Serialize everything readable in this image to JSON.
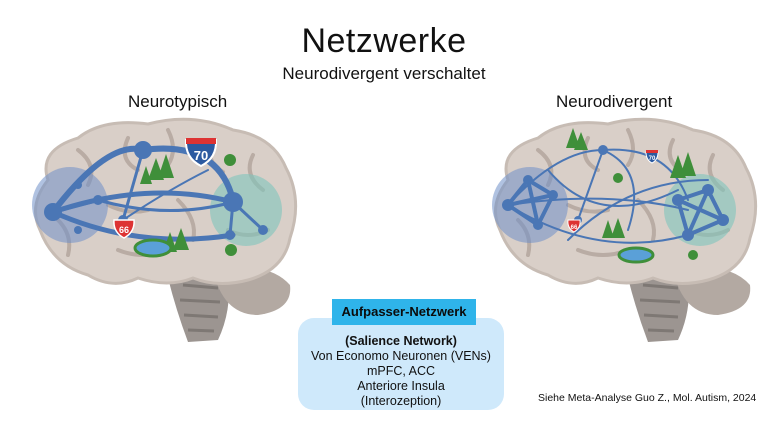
{
  "title": "Netzwerke",
  "subtitle": "Neurodivergent verschaltet",
  "brains": {
    "left": {
      "label": "Neurotypisch",
      "highway_sign": "70",
      "route_sign": "66"
    },
    "right": {
      "label": "Neurodivergent",
      "highway_sign": "70",
      "route_sign": "66"
    }
  },
  "network_box": {
    "header": "Aufpasser-Netzwerk",
    "line1": "(Salience Network)",
    "line2": "Von Economo Neuronen (VENs)",
    "line3": "mPFC, ACC",
    "line4": "Anteriore Insula",
    "line5": "(Interozeption)"
  },
  "citation": "Siehe Meta-Analyse Guo Z., Mol. Autism, 2024",
  "colors": {
    "brain_fill": "#d9cfc8",
    "brain_fold": "#b9aca4",
    "stem": "#9c9591",
    "network": "#4a76b5",
    "blue_region": "#6f90c8",
    "teal_region": "#7fc4bd",
    "header_bg": "#2fb4ea",
    "box_bg": "#cfe9fb"
  }
}
